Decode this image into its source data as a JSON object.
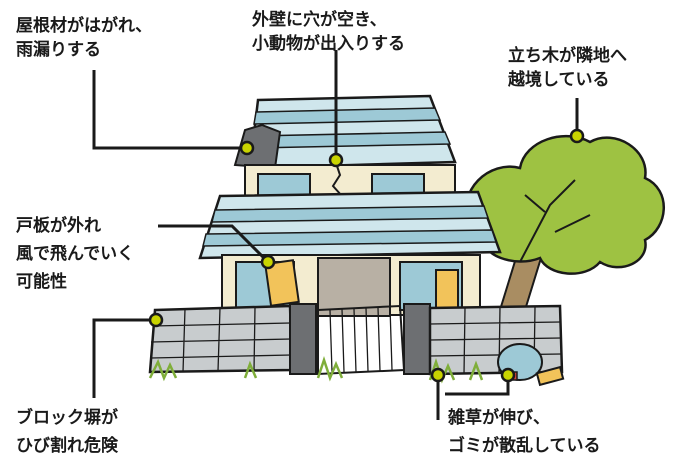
{
  "labels": {
    "roof": [
      "屋根材がはがれ、",
      "雨漏りする"
    ],
    "wall": [
      "外壁に穴が空き、",
      "小動物が出入りする"
    ],
    "tree": [
      "立ち木が隣地へ",
      "越境している"
    ],
    "door": [
      "戸板が外れ",
      "風で飛んでいく",
      "可能性"
    ],
    "block": [
      "ブロック塀が",
      "ひび割れ危険"
    ],
    "weeds": [
      "雑草が伸び、",
      "ゴミが散乱している"
    ]
  },
  "colors": {
    "line": "#1a1a1a",
    "dot": "#c9d400",
    "roof": "#9dc9d6",
    "roof_light": "#cfe6ec",
    "wall": "#f3ecd0",
    "block": "#c8ccce",
    "tree": "#9ec242",
    "trunk": "#a98d62",
    "door": "#b8b0a4",
    "grass": "#7fae3a"
  }
}
